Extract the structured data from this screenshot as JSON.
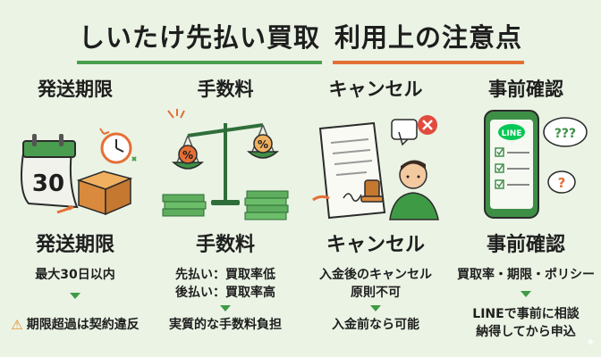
{
  "title": {
    "part1": "しいたけ先払い買取",
    "part2": "利用上の注意点"
  },
  "columns": [
    {
      "heading": "発送期限",
      "label": "発送期限",
      "calendar_number": "30",
      "detail": [
        "最大30日以内"
      ],
      "warning_icon": "⚠",
      "warning": "期限超過は契約違反"
    },
    {
      "heading": "手数料",
      "label": "手数料",
      "scale_symbol": "%",
      "detail": [
        "先払い：買取率低",
        "後払い：買取率高"
      ],
      "note": "実質的な手数料負担"
    },
    {
      "heading": "キャンセル",
      "label": "キャンセル",
      "detail": [
        "入金後のキャンセル",
        "原則不可"
      ],
      "note": "入金前なら可能"
    },
    {
      "heading": "事前確認",
      "label": "事前確認",
      "app_label": "LINE",
      "bubble_text": "???",
      "bubble_text_small": "?",
      "detail": [
        "買取率・期限・ポリシー"
      ],
      "note_lines": [
        "LINEで事前に相談",
        "納得してから申込"
      ]
    }
  ],
  "colors": {
    "background": "#eaf3e4",
    "accent_green": "#49a04d",
    "accent_orange": "#e46f35",
    "arrow_green": "#3f9a45",
    "warning_orange": "#e88a1d"
  }
}
